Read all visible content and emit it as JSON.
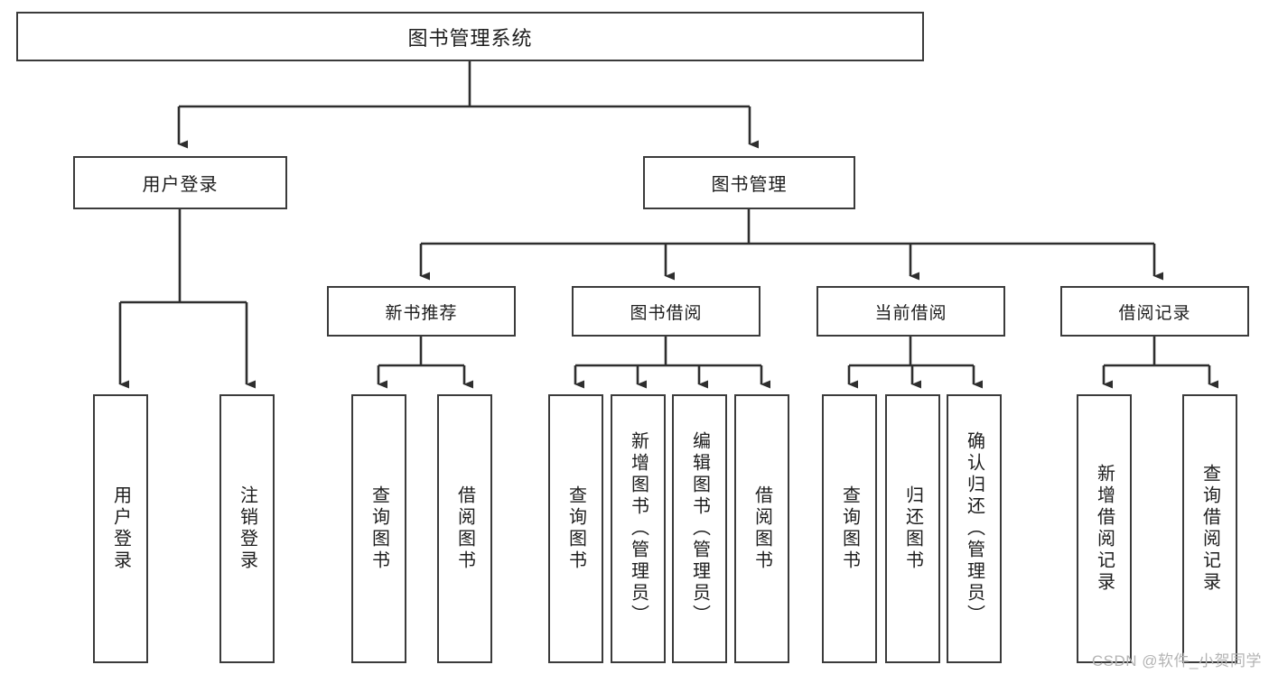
{
  "diagram": {
    "title": "图书管理系统",
    "type": "tree",
    "colors": {
      "border": "#3b3b3b",
      "fill": "#ffffff",
      "text": "#1d1d1d",
      "link": "#2e2e2e",
      "watermark": "#b4b4b4"
    },
    "nodes": {
      "root": {
        "label": "图书管理系统"
      },
      "level2": [
        {
          "id": "user_login",
          "label": "用户登录"
        },
        {
          "id": "book_manage",
          "label": "图书管理"
        }
      ],
      "level3": [
        {
          "id": "new_book_rec",
          "label": "新书推荐"
        },
        {
          "id": "book_borrow",
          "label": "图书借阅"
        },
        {
          "id": "current_borrow",
          "label": "当前借阅"
        },
        {
          "id": "borrow_record",
          "label": "借阅记录"
        }
      ],
      "leaves": [
        {
          "id": "leaf_user_login",
          "label": "用户登录",
          "parent": "user_login"
        },
        {
          "id": "leaf_logout",
          "label": "注销登录",
          "parent": "user_login"
        },
        {
          "id": "leaf_query_book_1",
          "label": "查询图书",
          "parent": "new_book_rec"
        },
        {
          "id": "leaf_borrow_book_1",
          "label": "借阅图书",
          "parent": "new_book_rec"
        },
        {
          "id": "leaf_query_book_2",
          "label": "查询图书",
          "parent": "book_borrow"
        },
        {
          "id": "leaf_add_book",
          "label": "新增图书（管理员）",
          "parent": "book_borrow"
        },
        {
          "id": "leaf_edit_book",
          "label": "编辑图书（管理员）",
          "parent": "book_borrow"
        },
        {
          "id": "leaf_borrow_book_2",
          "label": "借阅图书",
          "parent": "book_borrow"
        },
        {
          "id": "leaf_query_book_3",
          "label": "查询图书",
          "parent": "current_borrow"
        },
        {
          "id": "leaf_return_book",
          "label": "归还图书",
          "parent": "current_borrow"
        },
        {
          "id": "leaf_confirm_return",
          "label": "确认归还（管理员）",
          "parent": "current_borrow"
        },
        {
          "id": "leaf_add_record",
          "label": "新增借阅记录",
          "parent": "borrow_record"
        },
        {
          "id": "leaf_query_record",
          "label": "查询借阅记录",
          "parent": "borrow_record"
        }
      ]
    },
    "watermark": "CSDN @软件_小贺同学"
  }
}
